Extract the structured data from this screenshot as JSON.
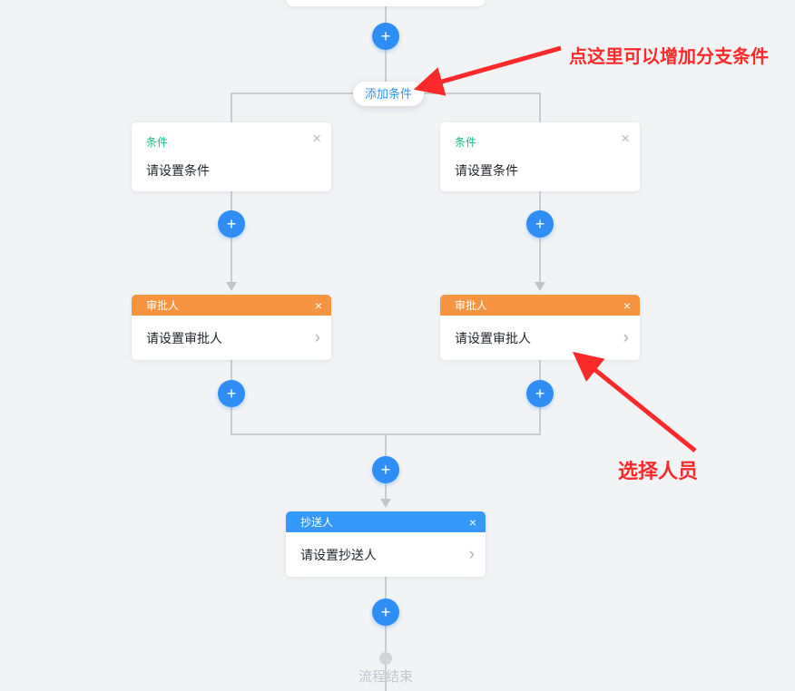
{
  "colors": {
    "background": "#f2f3f5",
    "connector": "#cbccd0",
    "primary_blue": "#2f8ef5",
    "cc_header_blue": "#3598fb",
    "approver_orange": "#f79442",
    "condition_green": "#15bc83",
    "annotation_red": "#fa2a2a",
    "end_text_gray": "#c3c6cc"
  },
  "flow": {
    "plus_label": "+",
    "add_condition_label": "添加条件",
    "close_icon": "×",
    "chevron_icon": "›",
    "condition_nodes": [
      {
        "title": "条件",
        "placeholder": "请设置条件"
      },
      {
        "title": "条件",
        "placeholder": "请设置条件"
      }
    ],
    "approver_nodes": [
      {
        "title": "审批人",
        "placeholder": "请设置审批人"
      },
      {
        "title": "审批人",
        "placeholder": "请设置审批人"
      }
    ],
    "cc_node": {
      "title": "抄送人",
      "placeholder": "请设置抄送人"
    },
    "end_label": "流程结束"
  },
  "annotations": {
    "add_branch_tip": "点这里可以增加分支条件",
    "select_person_tip": "选择人员"
  }
}
